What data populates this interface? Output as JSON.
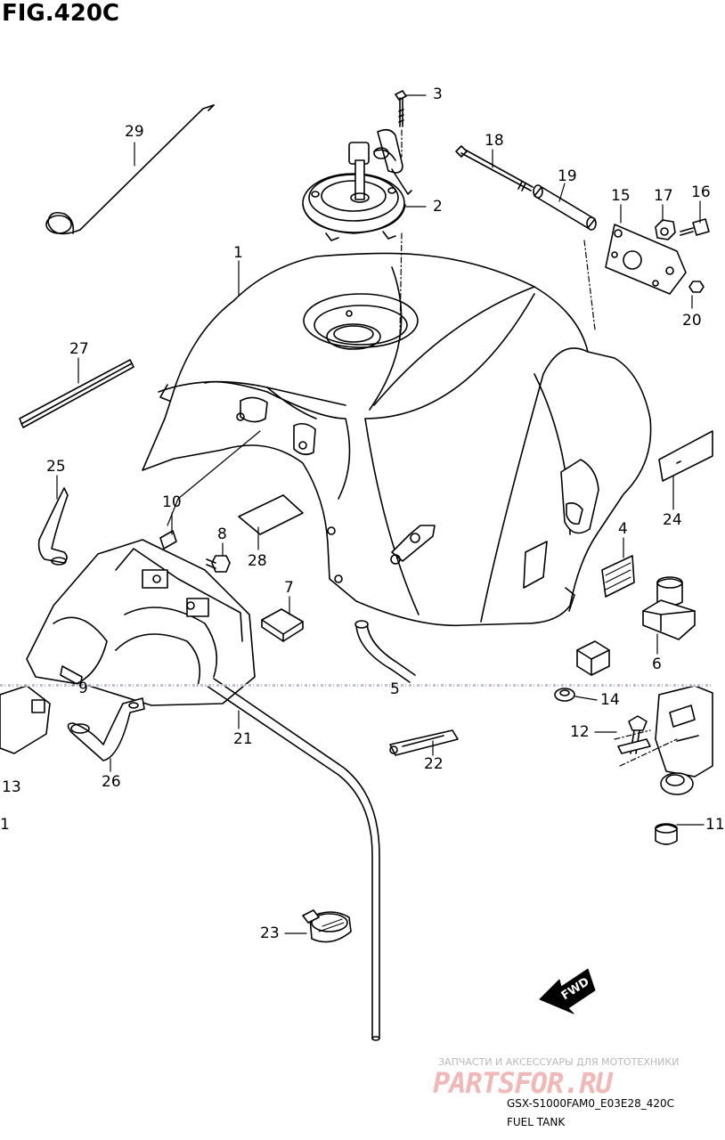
{
  "figure": {
    "title": "FIG.420C",
    "code": "GSX-S1000FAM0_E03E28_420C",
    "caption": "FUEL TANK"
  },
  "direction": {
    "label": "FWD"
  },
  "watermark": {
    "tagline": "ЗАПЧАСТИ И АКСЕССУАРЫ ДЛЯ МОТОТЕХНИКИ",
    "logo": "PARTSFOR.RU"
  },
  "callouts": [
    {
      "id": "c3",
      "label": "3"
    },
    {
      "id": "c29",
      "label": "29"
    },
    {
      "id": "c18",
      "label": "18"
    },
    {
      "id": "c19",
      "label": "19"
    },
    {
      "id": "c15",
      "label": "15"
    },
    {
      "id": "c17",
      "label": "17"
    },
    {
      "id": "c16",
      "label": "16"
    },
    {
      "id": "c2",
      "label": "2"
    },
    {
      "id": "c1",
      "label": "1"
    },
    {
      "id": "c20",
      "label": "20"
    },
    {
      "id": "c27",
      "label": "27"
    },
    {
      "id": "c25",
      "label": "25"
    },
    {
      "id": "c24",
      "label": "24"
    },
    {
      "id": "c10",
      "label": "10"
    },
    {
      "id": "c8",
      "label": "8"
    },
    {
      "id": "c28",
      "label": "28"
    },
    {
      "id": "c4",
      "label": "4"
    },
    {
      "id": "c7",
      "label": "7"
    },
    {
      "id": "c6",
      "label": "6"
    },
    {
      "id": "c9",
      "label": "9"
    },
    {
      "id": "c5",
      "label": "5"
    },
    {
      "id": "c14",
      "label": "14"
    },
    {
      "id": "c21",
      "label": "21"
    },
    {
      "id": "c12",
      "label": "12"
    },
    {
      "id": "c13",
      "label": "13"
    },
    {
      "id": "c26",
      "label": "26"
    },
    {
      "id": "c22",
      "label": "22"
    },
    {
      "id": "c11",
      "label": "11"
    },
    {
      "id": "c1b",
      "label": "1"
    },
    {
      "id": "c23",
      "label": "23"
    }
  ]
}
